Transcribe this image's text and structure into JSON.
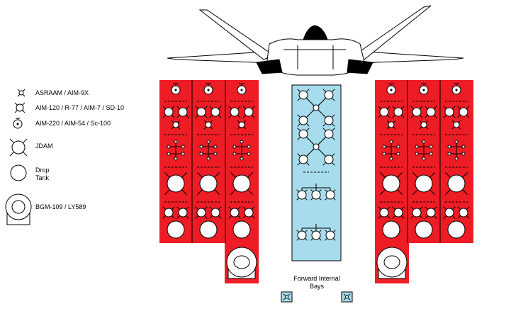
{
  "diagram": {
    "colors": {
      "wing_bay": "#ee1c24",
      "internal_bay": "#a6dcec",
      "outline": "#000000",
      "weapon_fill": "#ffffff"
    },
    "legend": {
      "items": [
        {
          "label": "ASRAAM / AIM-9X",
          "icon": "small-missile-icon"
        },
        {
          "label": "AIM-120 / R-77 / AIM-7 / SD-10",
          "icon": "medium-missile-icon"
        },
        {
          "label": "AIM-220 / AIM-54 / Sc-100",
          "icon": "large-missile-icon"
        },
        {
          "label": "JDAM",
          "icon": "jdam-icon"
        },
        {
          "label_line1": "Drop",
          "label_line2": "Tank",
          "icon": "drop-tank-icon"
        },
        {
          "label": "BGM-109 / LY589",
          "icon": "cruise-missile-icon"
        }
      ]
    },
    "internal_bay_caption": {
      "line1": "Forward Internal",
      "line2": "Bays"
    }
  }
}
